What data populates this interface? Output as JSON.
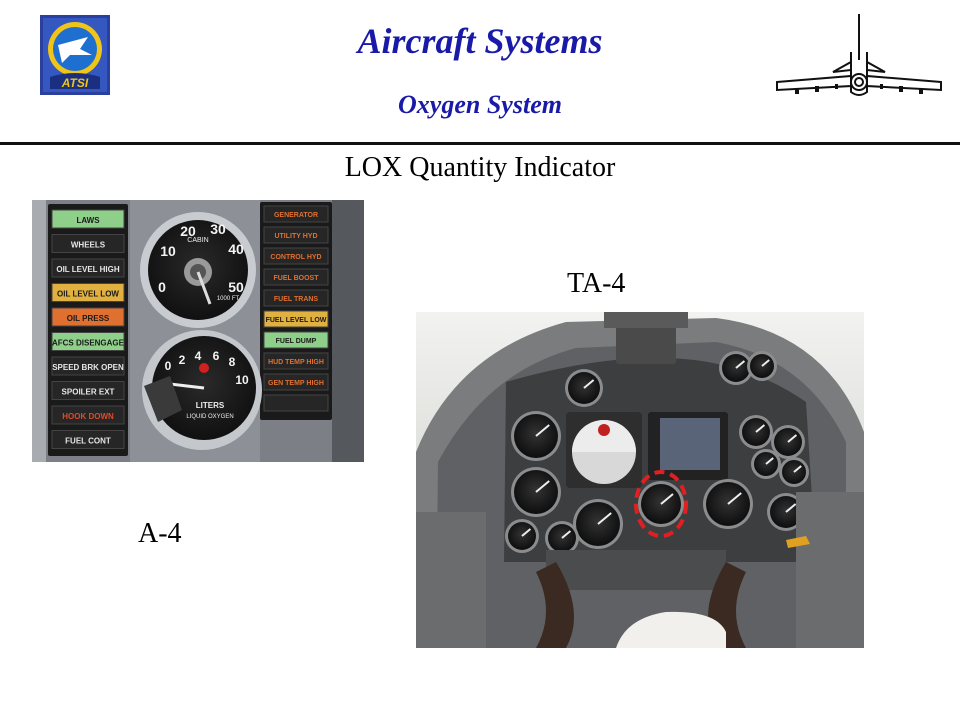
{
  "header": {
    "title": "Aircraft Systems",
    "subtitle": "Oxygen System",
    "logo_text": "ATSI"
  },
  "slide": {
    "heading": "LOX Quantity Indicator",
    "label_ta4": "TA-4",
    "label_a4": "A-4"
  },
  "a4_panel": {
    "warning_lights": [
      "LAWS",
      "WHEELS",
      "OIL LEVEL HIGH",
      "OIL LEVEL LOW",
      "OIL PRESS",
      "AFCS DISENGAGE",
      "SPEED BRK OPEN",
      "SPOILER EXT",
      "HOOK DOWN",
      "FUEL CONT"
    ],
    "caution_lights": [
      "GENERATOR",
      "UTILITY HYD",
      "CONTROL HYD",
      "FUEL BOOST",
      "FUEL TRANS",
      "FUEL LEVEL LOW",
      "FUEL DUMP",
      "HUD TEMP HIGH",
      "GEN TEMP HIGH",
      ""
    ],
    "cabin_gauge": {
      "label": "CABIN",
      "ticks": [
        "0",
        "10",
        "20",
        "30",
        "40",
        "50"
      ],
      "units": "1000 FT"
    },
    "lox_gauge": {
      "label": "LITERS",
      "sublabel": "LIQUID OXYGEN",
      "ticks": [
        "0",
        "2",
        "4",
        "6",
        "8",
        "10"
      ]
    }
  },
  "colors": {
    "title": "#1a1aa8",
    "lights_green": "#8ed08a",
    "lights_amber": "#e0b040",
    "lights_orange": "#e07030",
    "lights_red": "#e04a2a",
    "lights_white": "#e6e6e6",
    "highlight_circle": "#e02020"
  }
}
